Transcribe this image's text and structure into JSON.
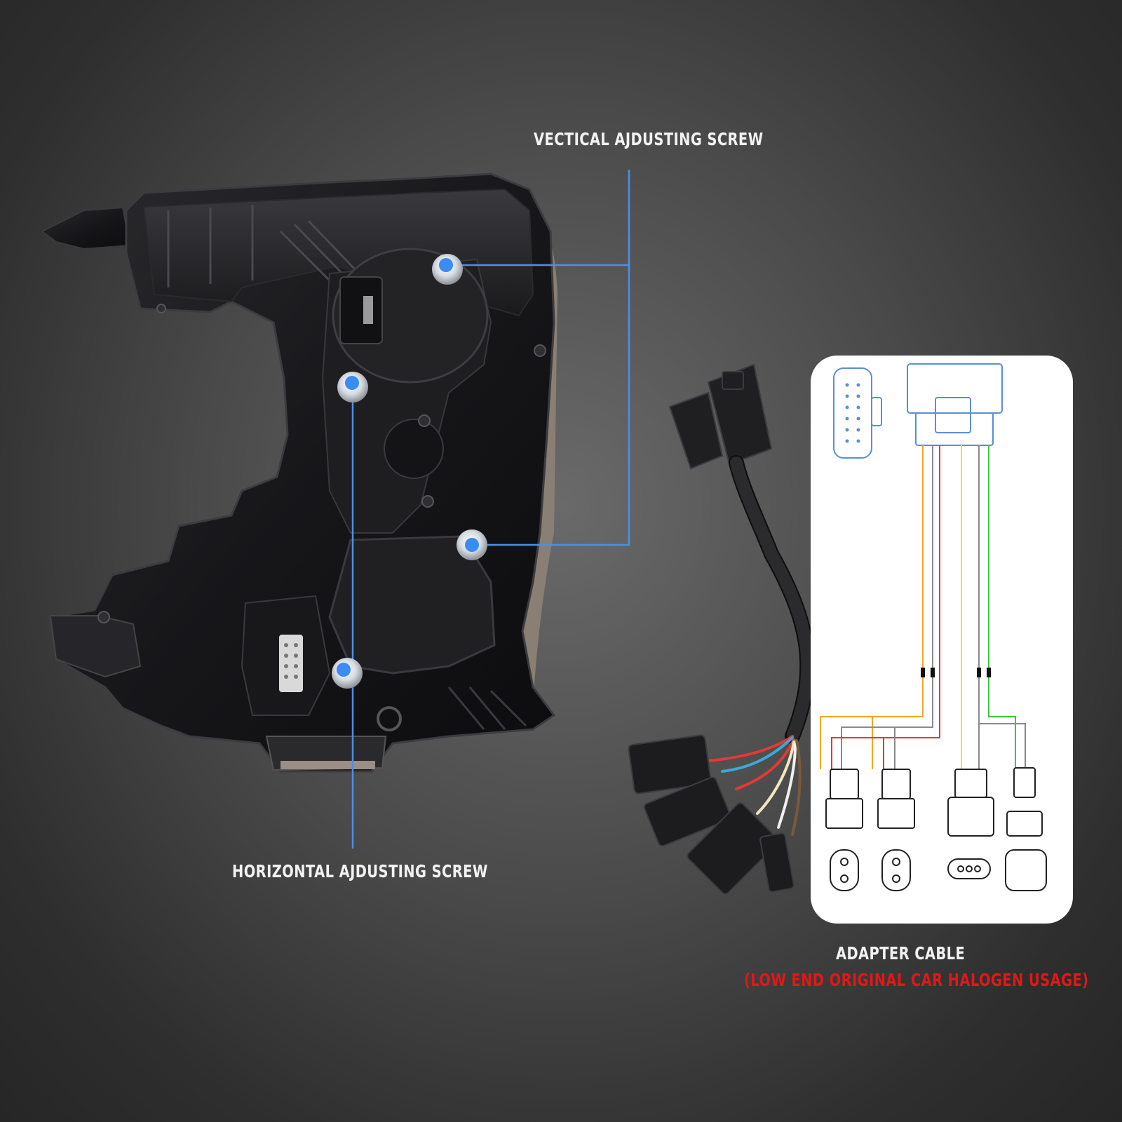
{
  "callouts": {
    "vertical_label": "VECTICAL AJDUSTING SCREW",
    "horizontal_label": "HORIZONTAL AJDUSTING SCREW"
  },
  "adapter": {
    "title": "ADAPTER CABLE",
    "subtitle": "(LOW END ORIGINAL CAR HALOGEN USAGE)"
  },
  "colors": {
    "callout_line": "#4a8fe8",
    "label_text": "#f2f2f2",
    "warning_text": "#e01818",
    "wire_orange": "#f5a623",
    "wire_red": "#e53935",
    "wire_yellow": "#e8e04a",
    "wire_green": "#3cc83c",
    "wire_gray": "#8a8a8a"
  }
}
